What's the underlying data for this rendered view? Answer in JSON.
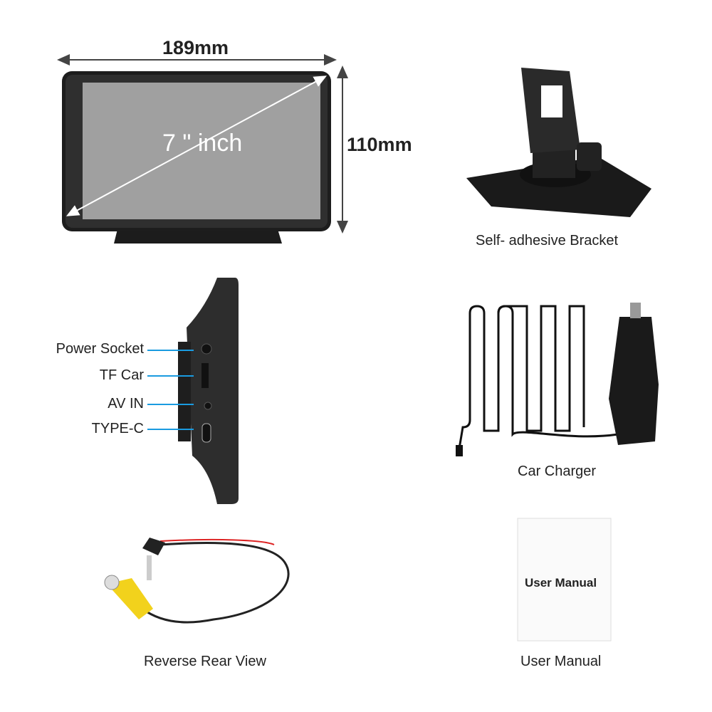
{
  "dimensions": {
    "width": "189mm",
    "height": "110mm",
    "screen": "7 \" inch"
  },
  "captions": {
    "bracket": "Self- adhesive Bracket",
    "charger": "Car Charger",
    "reverse": "Reverse Rear View",
    "manual": "User Manual"
  },
  "manual_cover": "User Manual",
  "ports": [
    {
      "label": "Power Socket"
    },
    {
      "label": "TF Car"
    },
    {
      "label": "AV IN"
    },
    {
      "label": "TYPE-C"
    }
  ],
  "colors": {
    "accent_line": "#1a9be0",
    "screen": "#a0a0a0",
    "device": "#2b2b2b",
    "rca_plug": "#f2d21c"
  }
}
